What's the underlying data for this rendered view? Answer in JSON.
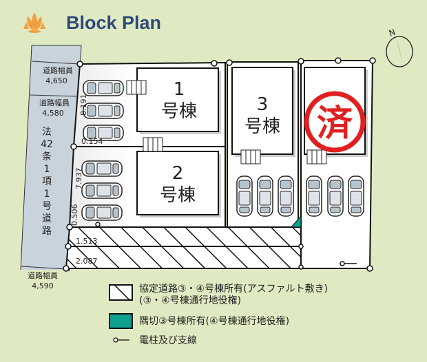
{
  "header": {
    "title": "Block Plan",
    "logo_icon": "lotus-icon"
  },
  "compass": {
    "label": "N"
  },
  "road": {
    "name_chars": [
      "法",
      "42",
      "条",
      "1",
      "項",
      "1",
      "号",
      "道",
      "路"
    ],
    "widths": [
      {
        "label": "道路幅員",
        "value": "4,650"
      },
      {
        "label": "道路幅員",
        "value": "4,580"
      },
      {
        "label": "道路幅員",
        "value": "4,590"
      }
    ]
  },
  "dimensions": [
    "8.191",
    "0.154",
    "7.937",
    "0.506",
    "1.513",
    "2.087"
  ],
  "buildings": [
    {
      "number": "1",
      "suffix": "号棟"
    },
    {
      "number": "2",
      "suffix": "号棟"
    },
    {
      "number": "3",
      "suffix": "号棟"
    },
    {
      "stamp": "済"
    }
  ],
  "legend": [
    {
      "line1": "協定道路③・④号棟所有(アスファルト敷き)",
      "line2": "(③・④号棟通行地役権)",
      "swatch": "hatch"
    },
    {
      "line1": "隅切③号棟所有(④号棟通行地役権)",
      "swatch": "#10a090"
    },
    {
      "line1": "電柱及び支線",
      "swatch": "pole-icon"
    }
  ],
  "colors": {
    "background": "#e0eac2",
    "road": "#c9d3dc",
    "title": "#2f4a7a",
    "logo": "#f0a040",
    "stamp": "#e02020",
    "corner_cut": "#10a090"
  }
}
